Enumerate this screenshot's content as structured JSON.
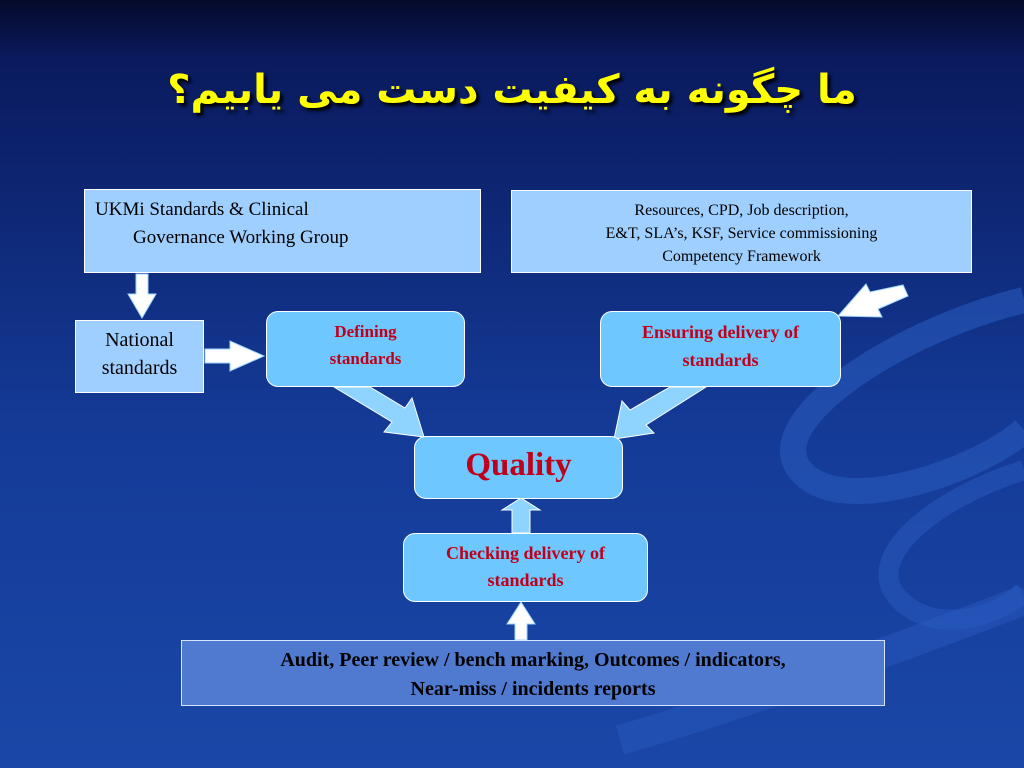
{
  "title": "ما چگونه به کیفیت دست می یابیم؟",
  "boxes": {
    "ukmi": {
      "line1": "UKMi Standards & Clinical",
      "line2": "Governance Working Group"
    },
    "resources": {
      "line1": "Resources, CPD, Job description,",
      "line2": "E&T, SLA’s, KSF, Service commissioning",
      "line3": "Competency Framework"
    },
    "national": {
      "line1": "National",
      "line2": "standards"
    },
    "defining": {
      "line1": "Defining",
      "line2": "standards"
    },
    "ensuring": {
      "line1": "Ensuring delivery of",
      "line2": "standards"
    },
    "quality": {
      "label": "Quality"
    },
    "checking": {
      "line1": "Checking delivery of",
      "line2": "standards"
    },
    "audit": {
      "line1": "Audit, Peer review / bench marking, Outcomes / indicators,",
      "line2": "Near-miss / incidents reports"
    }
  },
  "colors": {
    "title": "#ffff00",
    "box_text_red": "#c0001a",
    "round_box_fill": "#6ec8ff",
    "rect_box_fill": "#9fcfff",
    "audit_fill": "#4f7ad0"
  }
}
